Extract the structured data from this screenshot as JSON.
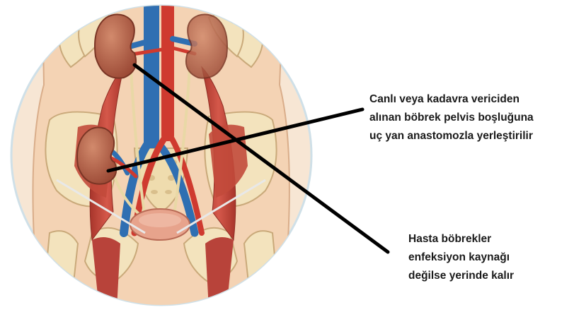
{
  "annotations": {
    "transplanted_kidney": {
      "lines": [
        "Canlı veya kadavra vericiden",
        "alınan böbrek pelvis boşluğuna",
        "uç yan anastomozla yerleştirilir"
      ]
    },
    "native_kidneys": {
      "lines": [
        "Hasta böbrekler",
        "enfeksiyon kaynağı",
        "değilse yerinde kalır"
      ]
    }
  },
  "colors": {
    "skin": "#f4d3b4",
    "bone": "#f3e3bd",
    "muscle": "#c8493a",
    "kidney": "#b4614a",
    "artery": "#cf3a2f",
    "vein": "#2f6fb2",
    "ureter": "#e9d8a6",
    "pointer": "#000000",
    "circle_border": "#cfe0e8"
  }
}
